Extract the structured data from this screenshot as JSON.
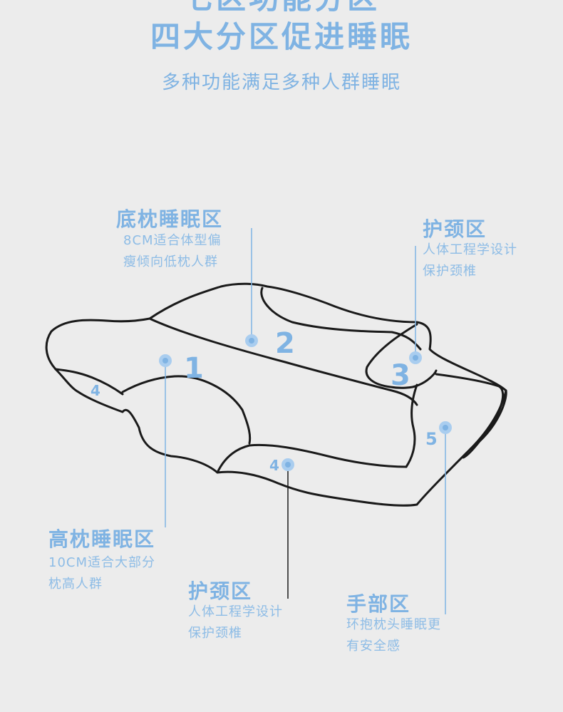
{
  "header": {
    "title_top": "七区功能分区",
    "title_main": "四大分区促进睡眠",
    "subtitle": "多种功能满足多种人群睡眠"
  },
  "zones": {
    "low": {
      "title": "底枕睡眠区",
      "desc1": "8CM适合体型偏",
      "desc2": "瘦倾向低枕人群"
    },
    "neck_top": {
      "title": "护颈区",
      "desc1": "人体工程学设计",
      "desc2": "保护颈椎"
    },
    "high": {
      "title": "高枕睡眠区",
      "desc1": "10CM适合大部分",
      "desc2": "枕高人群"
    },
    "neck_bottom": {
      "title": "护颈区",
      "desc1": "人体工程学设计",
      "desc2": "保护颈椎"
    },
    "hand": {
      "title": "手部区",
      "desc1": "环抱枕头睡眠更",
      "desc2": "有安全感"
    }
  },
  "diagram_numbers": {
    "n1": "1",
    "n2": "2",
    "n3": "3",
    "n4a": "4",
    "n4b": "4",
    "n5": "5"
  },
  "colors": {
    "accent": "#7fb3e3",
    "outline": "#1a1a1a",
    "dot": "#a9cdef",
    "background": "#ececec"
  }
}
